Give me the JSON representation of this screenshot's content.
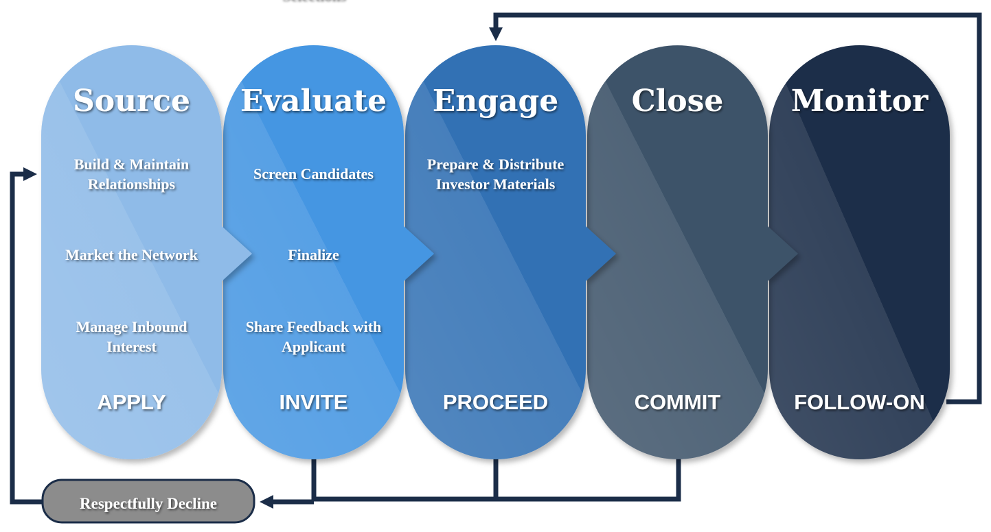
{
  "stages": [
    {
      "title": "Source",
      "items": [
        [
          "Build & Maintain",
          "Relationships"
        ],
        [
          "Market the Network"
        ],
        [
          "Manage Inbound",
          "Interest"
        ]
      ],
      "action": "APPLY",
      "color": "#8fbbe8"
    },
    {
      "title": "Evaluate",
      "items": [
        [
          "Screen Candidates"
        ],
        [
          "Finalize",
          "Selections"
        ],
        [
          "Share Feedback with",
          "Applicant"
        ]
      ],
      "action": "INVITE",
      "color": "#4596e2"
    },
    {
      "title": "Engage",
      "items": [
        [
          "Prepare & Distribute",
          "Investor Materials"
        ]
      ],
      "action": "PROCEED",
      "color": "#3071b4"
    },
    {
      "title": "Close",
      "items": [],
      "action": "COMMIT",
      "color": "#3e5269"
    },
    {
      "title": "Monitor",
      "items": [],
      "action": "FOLLOW-ON",
      "color": "#1b2d48"
    }
  ],
  "decline": {
    "label": "Respectfully Decline",
    "color": "#8c8c8c"
  },
  "connector_color": "#1b2d48"
}
